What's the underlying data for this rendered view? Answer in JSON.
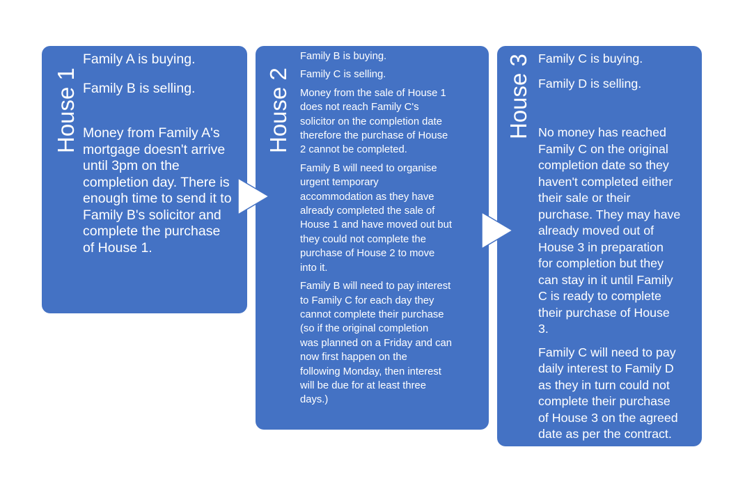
{
  "accent_color": "#4472C4",
  "houses": [
    {
      "label": "House 1",
      "paragraphs": [
        [
          "Family A is buying."
        ],
        [
          "Family B is selling."
        ],
        [
          "Money from Family A's",
          "mortgage doesn't arrive",
          "until 3pm on the",
          "completion day. There is",
          "enough time to send it to",
          "Family B's solicitor and",
          "complete the purchase",
          "of House 1."
        ]
      ]
    },
    {
      "label": "House 2",
      "paragraphs": [
        [
          "Family B is buying."
        ],
        [
          "Family C is selling."
        ],
        [
          "Money from the sale of House 1",
          "does not reach Family C's",
          "solicitor on the completion date",
          "therefore the purchase of House",
          "2 cannot be completed."
        ],
        [
          "Family B will need to organise",
          "urgent temporary",
          "accommodation as they have",
          "already completed the sale of",
          "House 1 and have moved out but",
          "they could not complete the",
          "purchase of House 2 to move",
          "into it."
        ],
        [
          "Family B will need to pay interest",
          "to Family C for each day they",
          "cannot complete their purchase",
          "(so if the original completion",
          "was planned on a Friday and can",
          "now first happen on the",
          "following Monday, then interest",
          "will be due for at least three",
          "days.)"
        ]
      ]
    },
    {
      "label": "House 3",
      "paragraphs": [
        [
          "Family C is buying."
        ],
        [
          "Family D is selling."
        ],
        [
          "No money has reached",
          "Family C on the original",
          "completion date so they",
          "haven't completed either",
          "their sale or their",
          "purchase. They may have",
          "already moved out of",
          "House 3 in preparation",
          "for completion but they",
          "can stay in it until Family",
          "C is ready to complete",
          "their purchase of House",
          "3."
        ],
        [
          "Family C will need to pay",
          "daily interest to Family D",
          "as they in turn could not",
          "complete their purchase",
          "of House 3 on the agreed",
          "date as per the contract."
        ]
      ]
    }
  ]
}
